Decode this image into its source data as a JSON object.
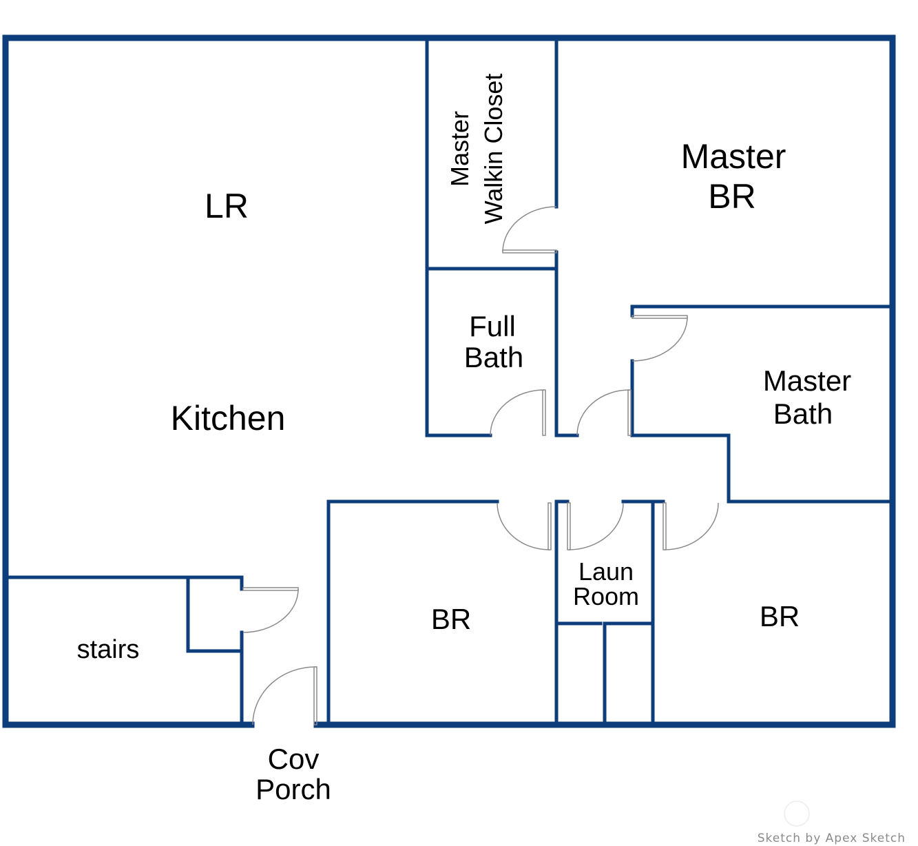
{
  "colors": {
    "wall": "#0d3d7a",
    "door": "#8a8a8a",
    "text": "#000000",
    "background": "#ffffff"
  },
  "rooms": {
    "lr": "LR",
    "kitchen": "Kitchen",
    "master_closet": [
      "Master",
      "Walkin Closet"
    ],
    "master_br": [
      "Master",
      "BR"
    ],
    "full_bath": [
      "Full",
      "Bath"
    ],
    "master_bath": [
      "Master",
      "Bath"
    ],
    "laundry": [
      "Laun",
      "Room"
    ],
    "br_left": "BR",
    "br_right": "BR",
    "stairs": "stairs",
    "porch": [
      "Cov",
      "Porch"
    ]
  },
  "watermark": "Sketch by Apex Sketch"
}
